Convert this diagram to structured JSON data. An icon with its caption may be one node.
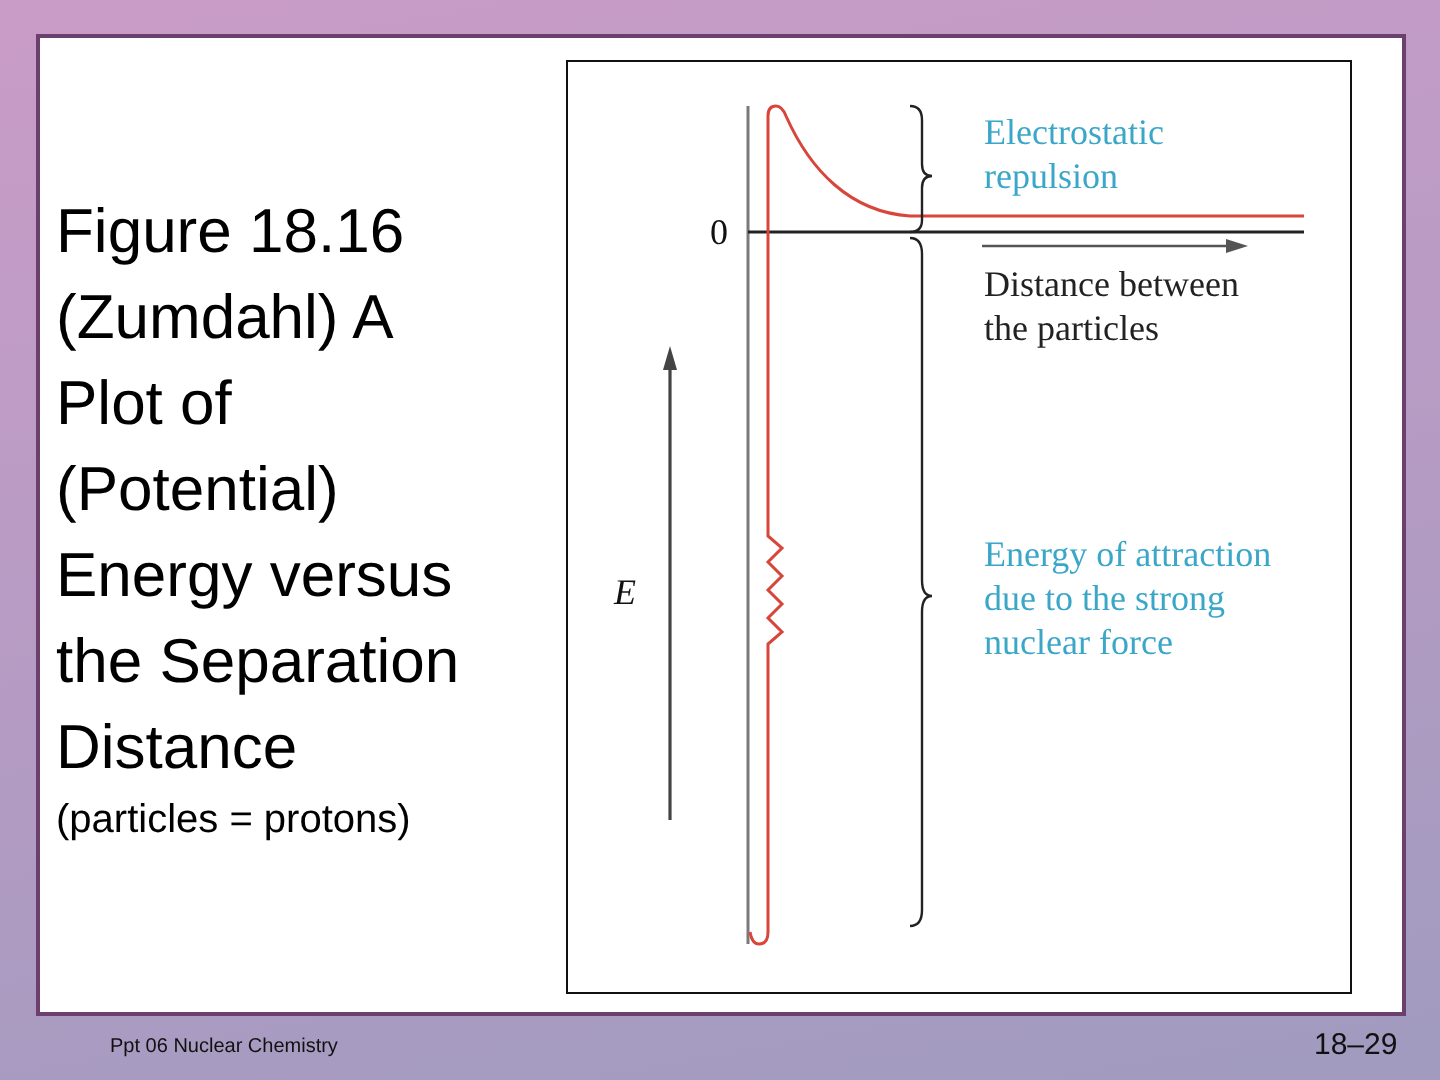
{
  "diagram": {
    "title": "Figure 18.16 (Zumdahl) A Plot of (Potential) Energy versus the Separation Distance",
    "caption": "(particles = protons)",
    "labels": [
      "Electrostatic repulsion",
      "0",
      "Distance between the particles",
      "E",
      "Energy of attraction due to the strong nuclear force",
      "Ppt 06 Nuclear Chemistry",
      "18–29"
    ]
  }
}
